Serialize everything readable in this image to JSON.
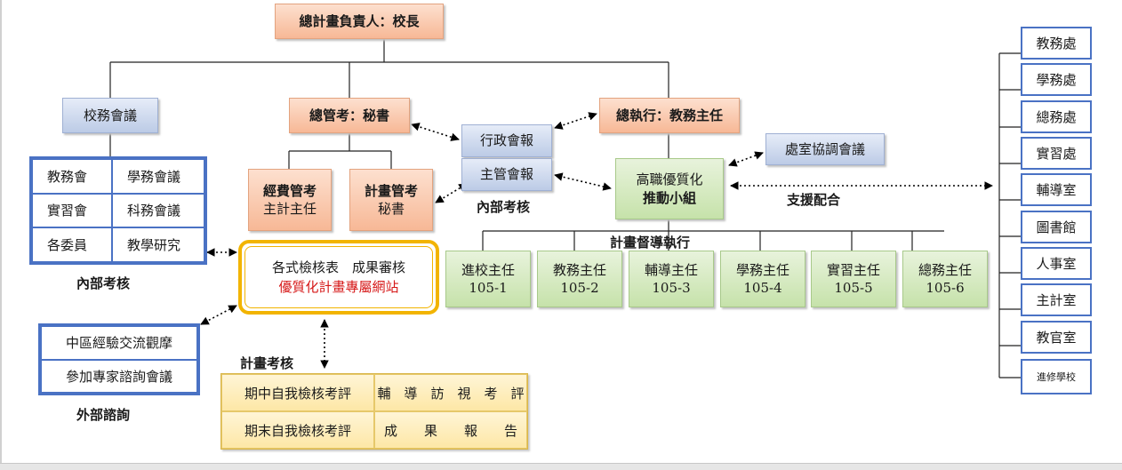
{
  "top": {
    "title": "總計畫負責人：校長"
  },
  "school_meeting": "校務會議",
  "general_review": {
    "label": "總管考：秘書"
  },
  "general_exec": {
    "label": "總執行：教務主任"
  },
  "admin_meetings": {
    "items": [
      "行政會報",
      "主管會報"
    ],
    "caption": "內部考核"
  },
  "office_coord": "處室協調會議",
  "promo_group": {
    "line1": "高職優質化",
    "line2": "推動小組"
  },
  "support_label": "支援配合",
  "budget_review": {
    "line1": "經費管考",
    "line2": "主計主任"
  },
  "plan_review": {
    "line1": "計畫管考",
    "line2": "秘書"
  },
  "committees": {
    "cells": [
      "教務會",
      "學務會議",
      "實習會",
      "科務會議",
      "各委員",
      "教學研究"
    ],
    "caption": "內部考核"
  },
  "website": {
    "line1": "各式檢核表　成果審核",
    "line2": "優質化計畫專屬網站"
  },
  "supervision_label": "計畫督導執行",
  "subprojects": [
    {
      "title": "進校主任",
      "code": "105-1"
    },
    {
      "title": "教務主任",
      "code": "105-2"
    },
    {
      "title": "輔導主任",
      "code": "105-3"
    },
    {
      "title": "學務主任",
      "code": "105-4"
    },
    {
      "title": "實習主任",
      "code": "105-5"
    },
    {
      "title": "總務主任",
      "code": "105-6"
    }
  ],
  "external": {
    "items": [
      "中區經驗交流觀摩",
      "參加專家諮詢會議"
    ],
    "caption": "外部諮詢"
  },
  "plan_assessment": {
    "caption": "計畫考核",
    "cells": [
      "期中自我檢核考評",
      "輔　導　訪　視　考　評",
      "期末自我檢核考評",
      "成　　果　　報　　告"
    ]
  },
  "departments": [
    "教務處",
    "學務處",
    "總務處",
    "實習處",
    "輔導室",
    "圖書館",
    "人事室",
    "主計室",
    "教官室",
    "進修學校"
  ]
}
